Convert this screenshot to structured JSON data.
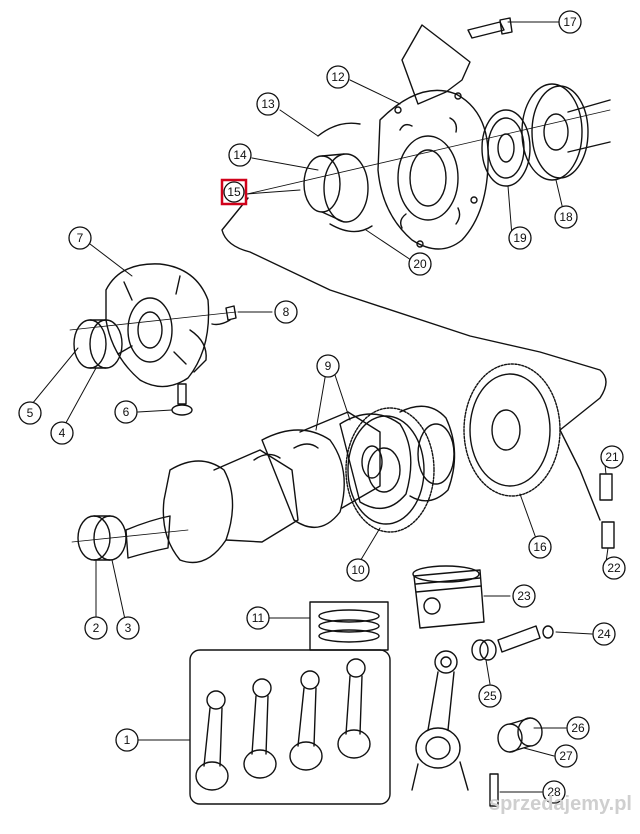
{
  "diagram": {
    "callouts": [
      {
        "id": "c1",
        "label": "1"
      },
      {
        "id": "c2",
        "label": "2"
      },
      {
        "id": "c3",
        "label": "3"
      },
      {
        "id": "c4",
        "label": "4"
      },
      {
        "id": "c5",
        "label": "5"
      },
      {
        "id": "c6",
        "label": "6"
      },
      {
        "id": "c7",
        "label": "7"
      },
      {
        "id": "c8",
        "label": "8"
      },
      {
        "id": "c9",
        "label": "9"
      },
      {
        "id": "c10",
        "label": "10"
      },
      {
        "id": "c11",
        "label": "11"
      },
      {
        "id": "c12",
        "label": "12"
      },
      {
        "id": "c13",
        "label": "13"
      },
      {
        "id": "c14",
        "label": "14"
      },
      {
        "id": "c15",
        "label": "15",
        "highlighted": true
      },
      {
        "id": "c16",
        "label": "16"
      },
      {
        "id": "c17",
        "label": "17"
      },
      {
        "id": "c18",
        "label": "18"
      },
      {
        "id": "c19",
        "label": "19"
      },
      {
        "id": "c20",
        "label": "20"
      },
      {
        "id": "c21",
        "label": "21"
      },
      {
        "id": "c22",
        "label": "22"
      },
      {
        "id": "c23",
        "label": "23"
      },
      {
        "id": "c24",
        "label": "24"
      },
      {
        "id": "c25",
        "label": "25"
      },
      {
        "id": "c26",
        "label": "26"
      },
      {
        "id": "c27",
        "label": "27"
      },
      {
        "id": "c28",
        "label": "28"
      }
    ],
    "highlight_color": "#d0021b",
    "line_color": "#111111"
  },
  "watermark": {
    "text": "sprzedajemy.pl"
  }
}
